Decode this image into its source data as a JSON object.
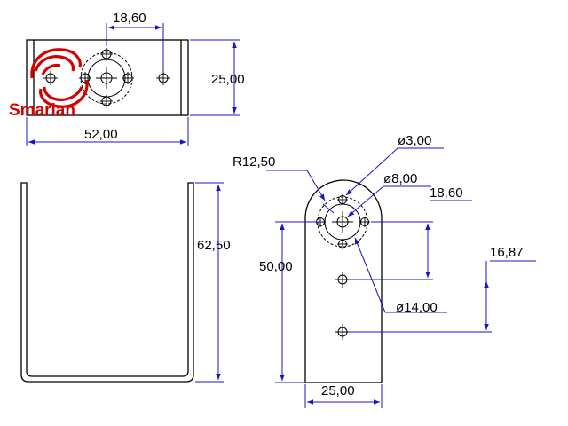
{
  "brand": {
    "name": "Smarian",
    "logo_color": "#d40000"
  },
  "dimension_color": "#1a14c9",
  "top_view": {
    "hole_spacing": "18,60",
    "height": "25,00",
    "width": "52,00"
  },
  "side_view": {
    "height": "62,50"
  },
  "front_view": {
    "radius": "R12,50",
    "small_hole_dia": "ø3,00",
    "center_hole_dia": "ø8,00",
    "hole_offset": "18,60",
    "hole_pitch": "16,87",
    "hole_height": "50,00",
    "circle_dia": "ø14,00",
    "width": "25,00"
  }
}
